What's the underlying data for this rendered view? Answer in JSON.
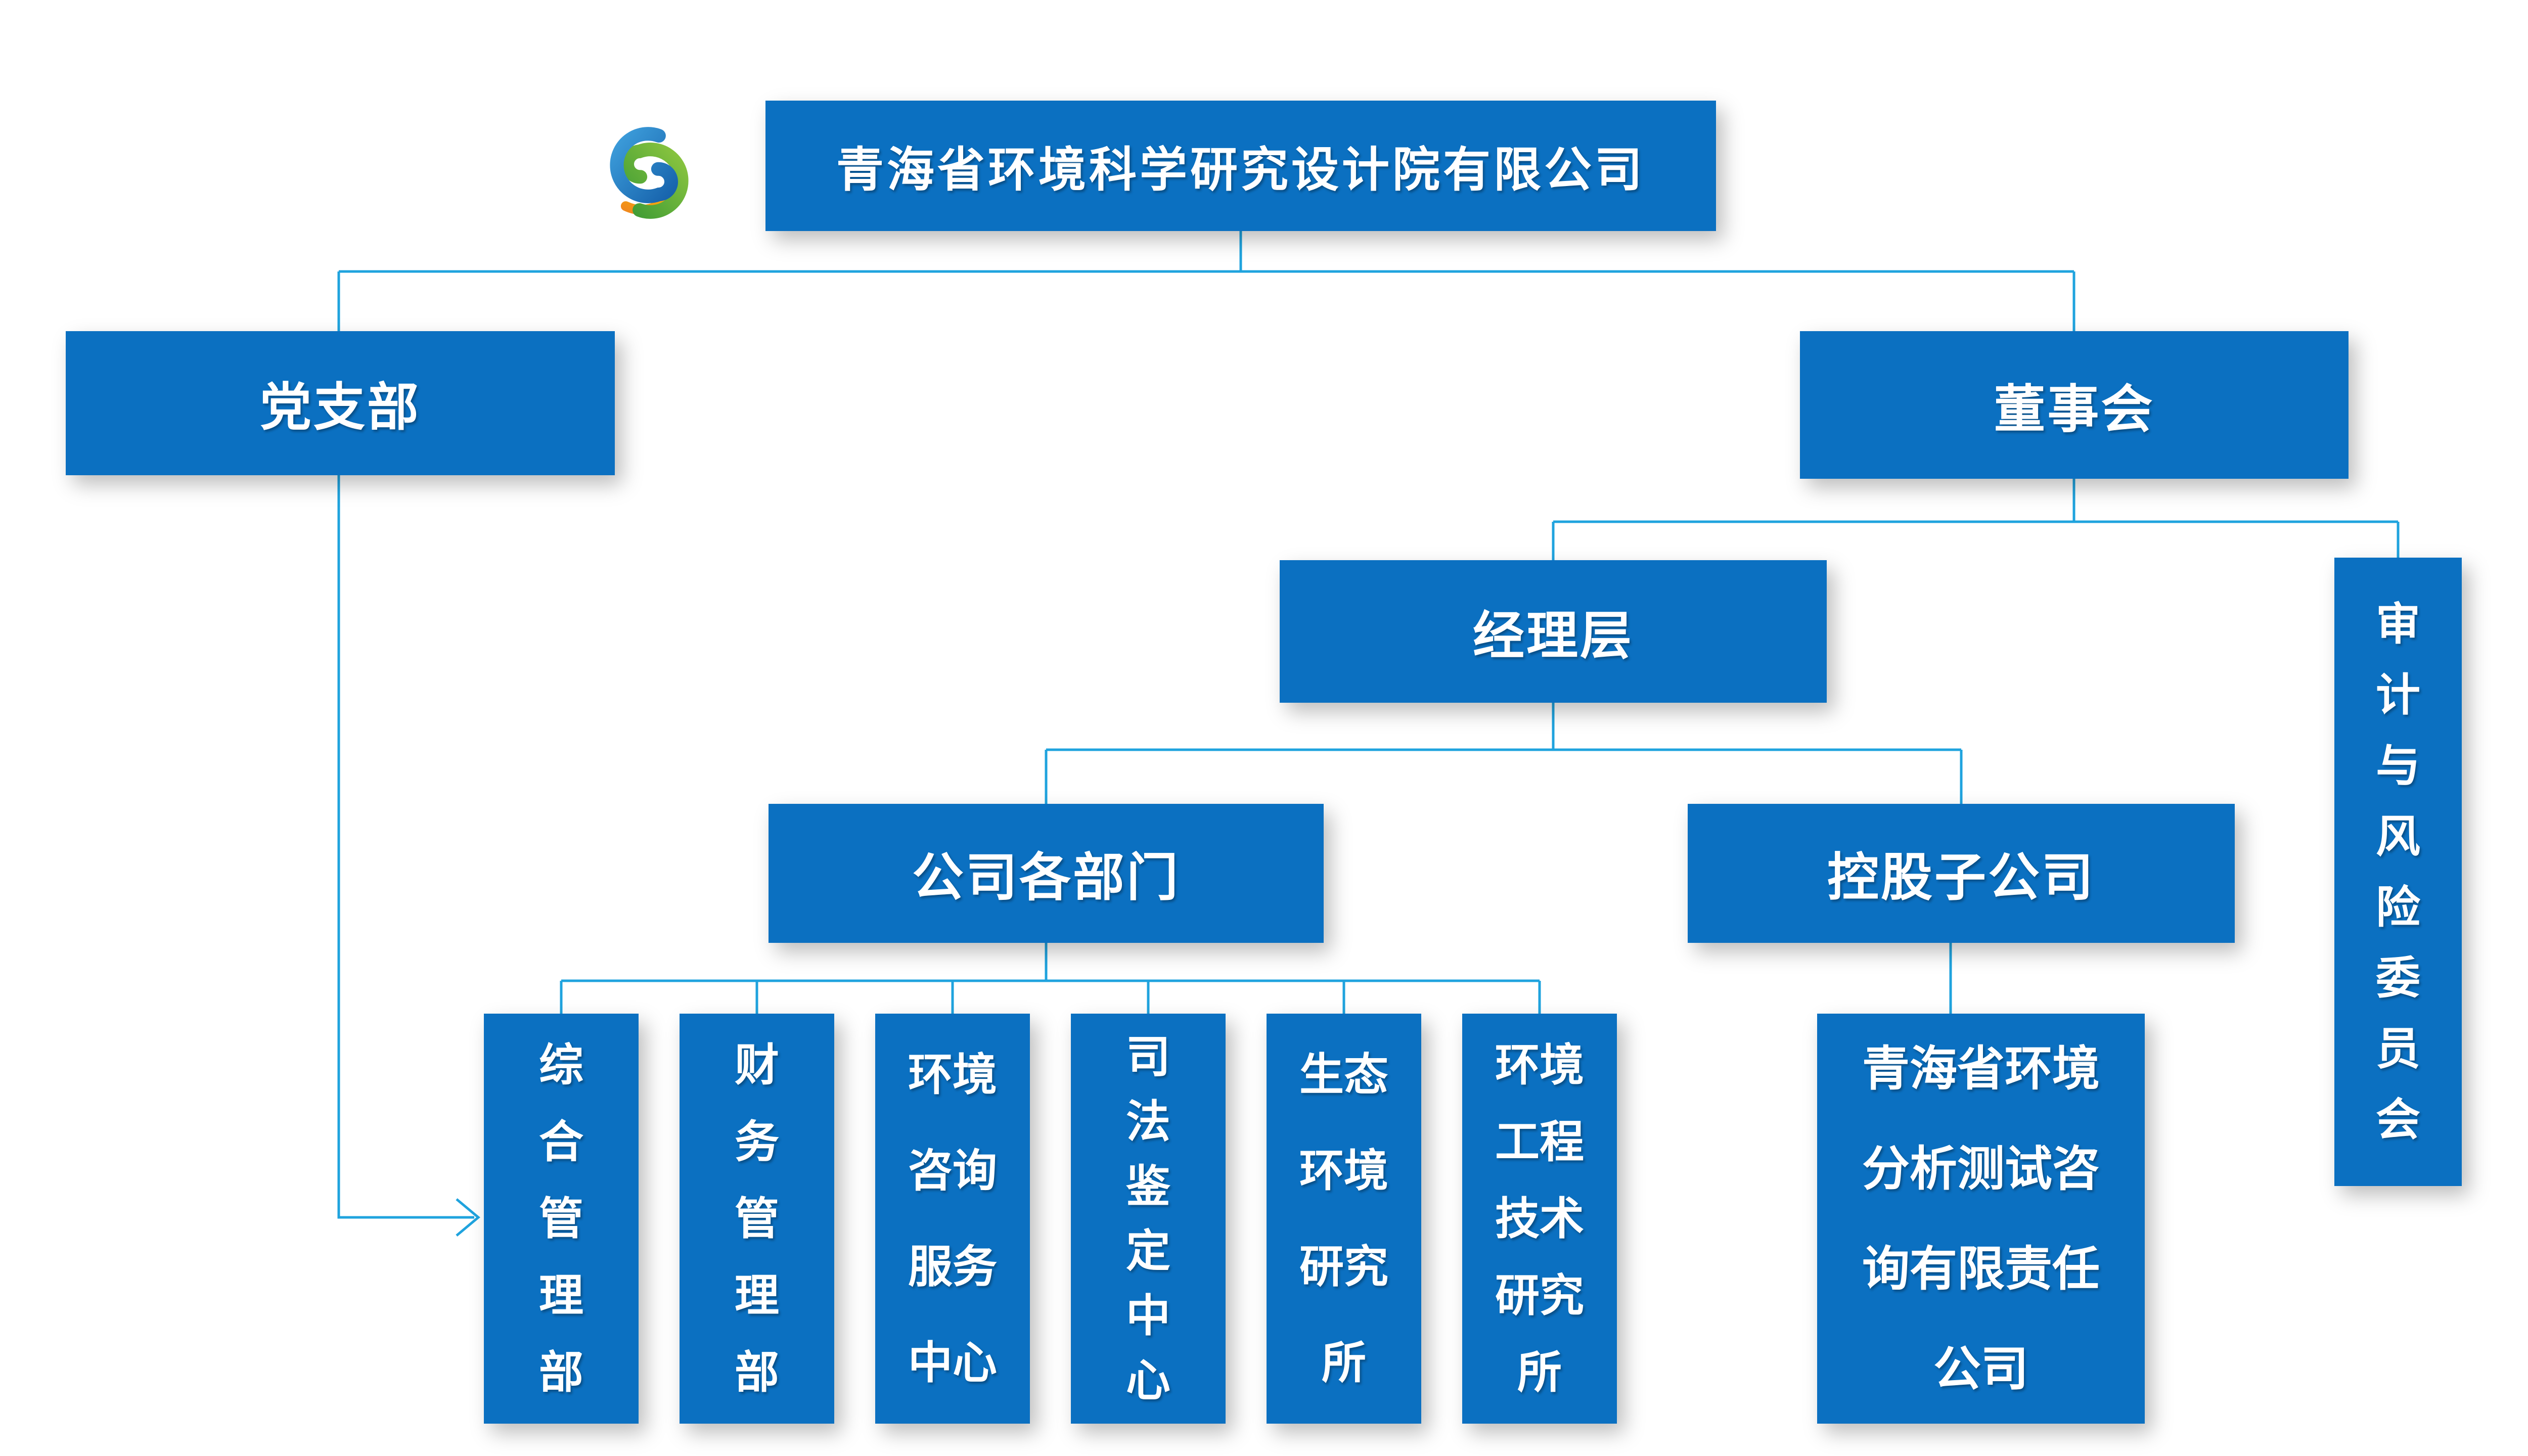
{
  "colors": {
    "box_blue": "#0B70C1",
    "connector_blue": "#1FA3DE",
    "text_white": "#FFFFFF",
    "page_bg": "#FFFFFF",
    "logo_blue": "#2A85C6",
    "logo_green": "#5FB43C",
    "logo_yellow": "#F3A81F"
  },
  "icons": {
    "logo": "interlocking-clouds-company-logo",
    "watermark": "interlocking-clouds-watermark"
  },
  "org_chart": {
    "title": {
      "label": "青海省环境科学研究设计院有限公司"
    },
    "party_branch": {
      "label": "党支部"
    },
    "board": {
      "label": "董事会"
    },
    "management": {
      "label": "经理层"
    },
    "audit_risk_committee": {
      "label": "审计与风险委员会",
      "display": "审\n计\n与\n风\n险\n委\n员\n会"
    },
    "departments_group": {
      "label": "公司各部门"
    },
    "holding_group": {
      "label": "控股子公司"
    },
    "departments": [
      {
        "label": "综合管理部",
        "display": "综\n合\n管\n理\n部"
      },
      {
        "label": "财务管理部",
        "display": "财\n务\n管\n理\n部"
      },
      {
        "label": "环境咨询服务中心",
        "display": "环境\n咨询\n服务\n中心"
      },
      {
        "label": "司法鉴定中心",
        "display": "司\n法\n鉴\n定\n中\n心"
      },
      {
        "label": "生态环境研究所",
        "display": "生态\n环境\n研究\n所"
      },
      {
        "label": "环境工程技术研究所",
        "display": "环境\n工程\n技术\n研究\n所"
      }
    ],
    "subsidiaries": [
      {
        "label": "青海省环境分析测试咨询有限责任公司",
        "display": "青海省环境\n分析测试咨\n询有限责任\n公司"
      }
    ]
  }
}
